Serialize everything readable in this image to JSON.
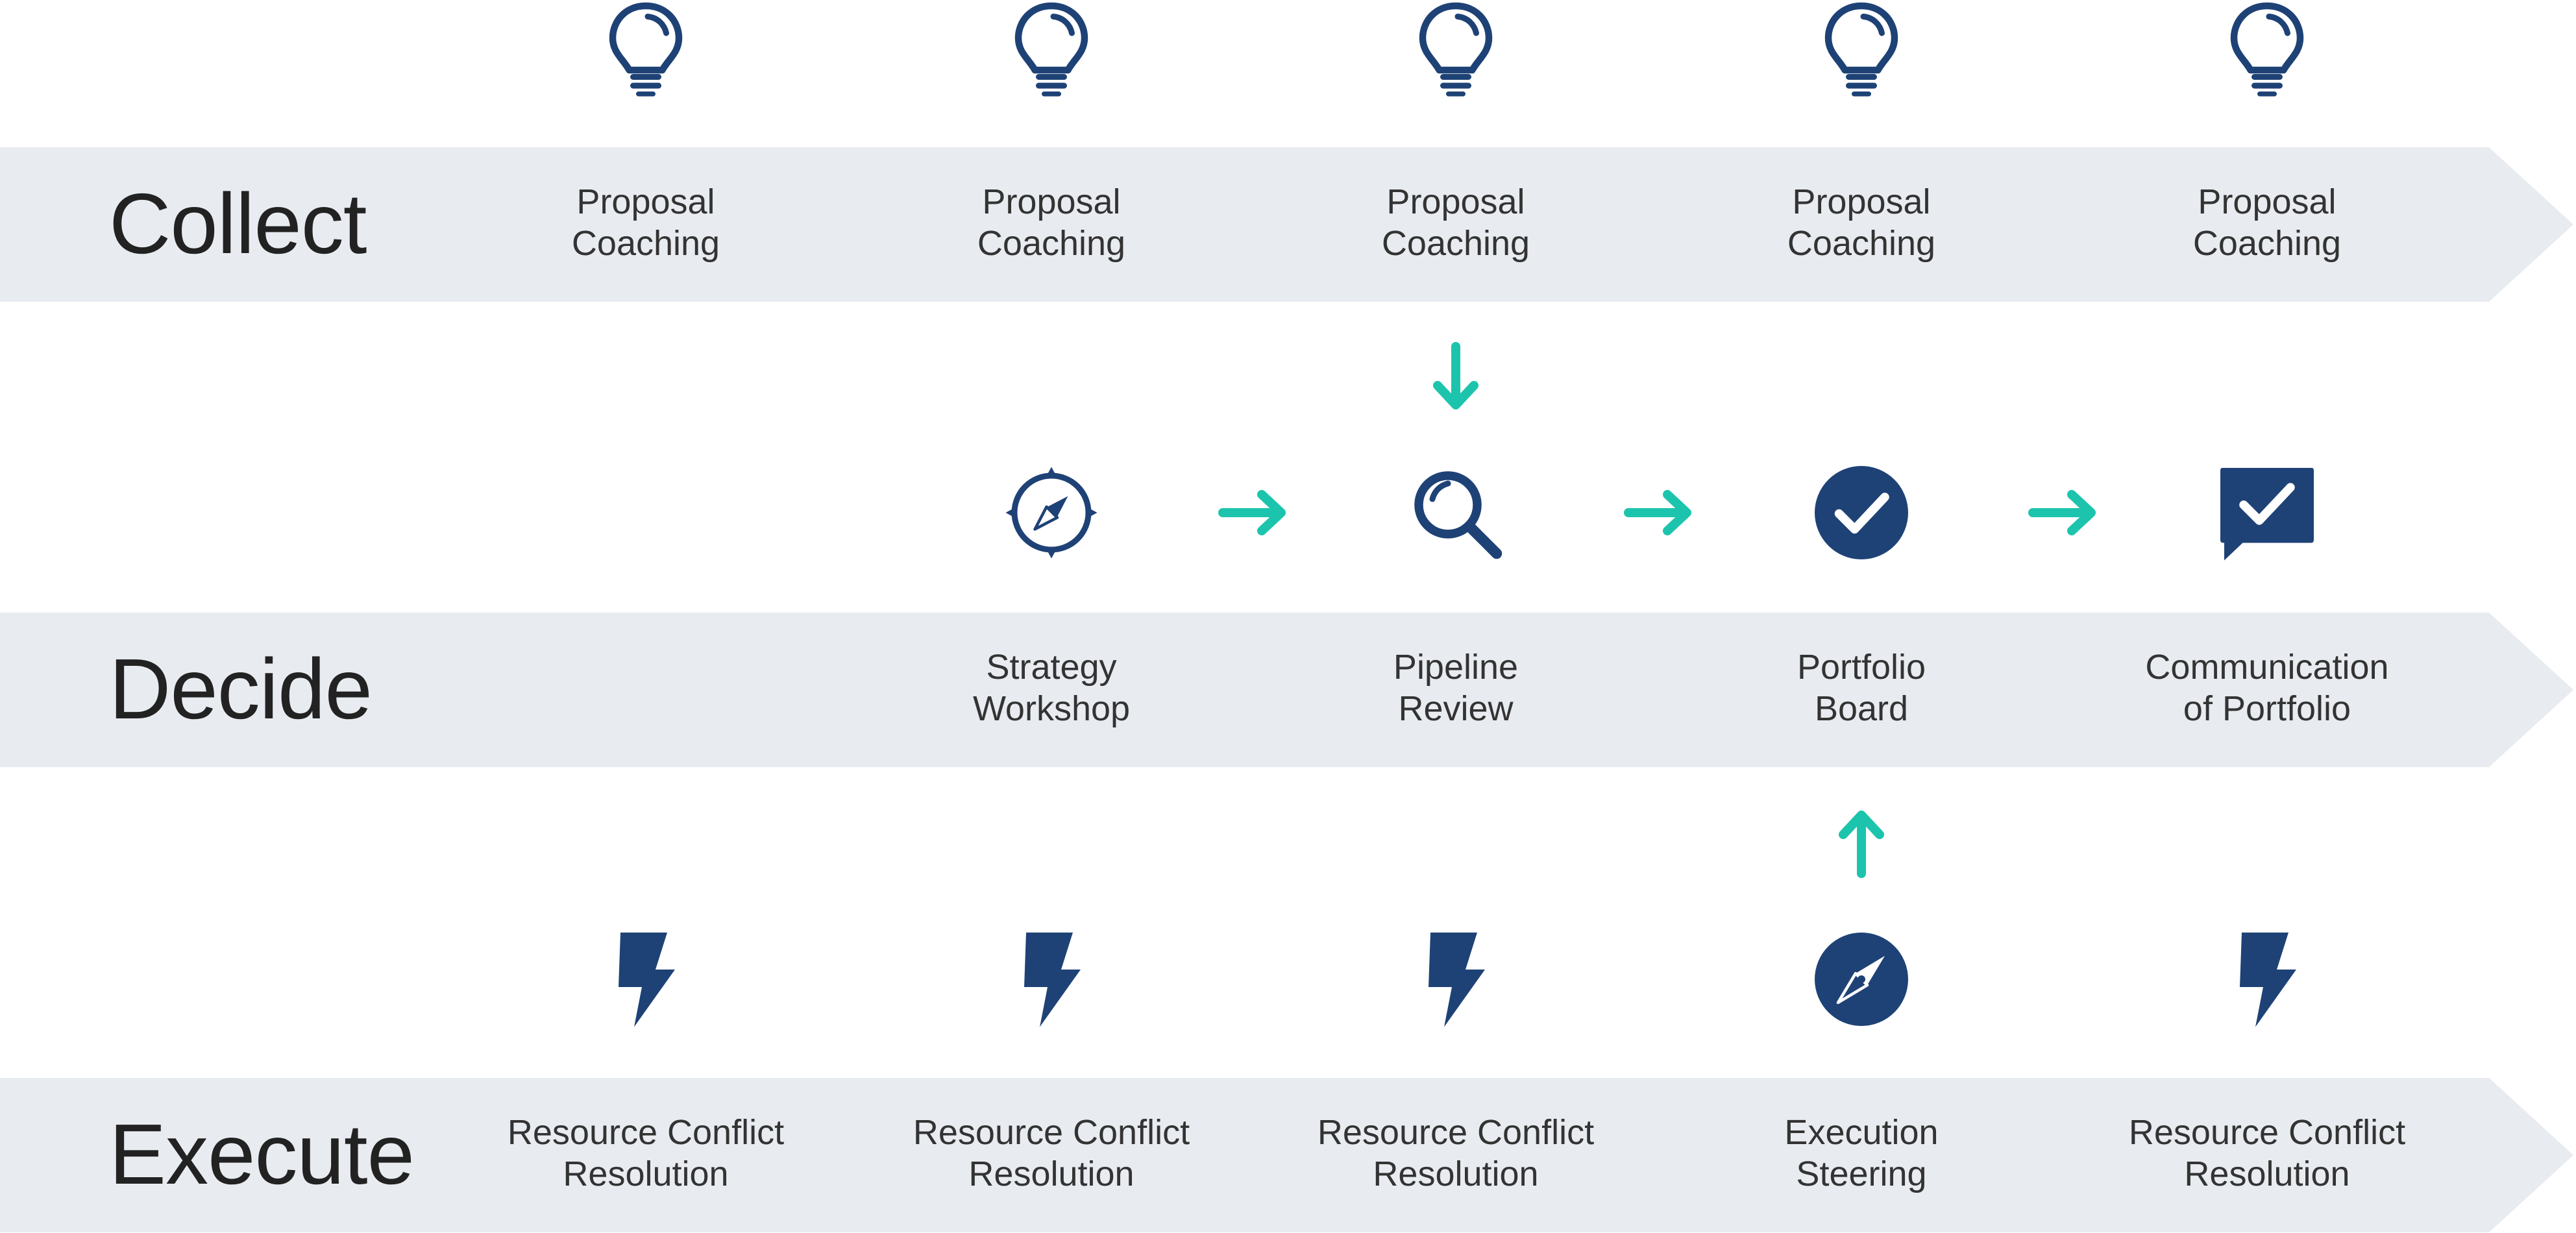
{
  "colors": {
    "band": "#e8ebf0",
    "icon": "#1e4276",
    "arrow": "#1cc4ad",
    "text": "#333333",
    "heading": "#222222"
  },
  "bands": [
    {
      "name": "Collect",
      "cells": [
        {
          "icon": "lightbulb-icon",
          "line1": "Proposal",
          "line2": "Coaching"
        },
        {
          "icon": "lightbulb-icon",
          "line1": "Proposal",
          "line2": "Coaching"
        },
        {
          "icon": "lightbulb-icon",
          "line1": "Proposal",
          "line2": "Coaching"
        },
        {
          "icon": "lightbulb-icon",
          "line1": "Proposal",
          "line2": "Coaching"
        },
        {
          "icon": "lightbulb-icon",
          "line1": "Proposal",
          "line2": "Coaching"
        }
      ]
    },
    {
      "name": "Decide",
      "cells": [
        null,
        {
          "icon": "compass-outline-icon",
          "line1": "Strategy",
          "line2": "Workshop"
        },
        {
          "icon": "magnifier-icon",
          "line1": "Pipeline",
          "line2": "Review"
        },
        {
          "icon": "check-circle-icon",
          "line1": "Portfolio",
          "line2": "Board"
        },
        {
          "icon": "check-message-icon",
          "line1": "Communication",
          "line2": "of Portfolio"
        }
      ]
    },
    {
      "name": "Execute",
      "cells": [
        {
          "icon": "lightning-icon",
          "line1": "Resource Conflict",
          "line2": "Resolution"
        },
        {
          "icon": "lightning-icon",
          "line1": "Resource Conflict",
          "line2": "Resolution"
        },
        {
          "icon": "lightning-icon",
          "line1": "Resource Conflict",
          "line2": "Resolution"
        },
        {
          "icon": "compass-filled-icon",
          "line1": "Execution",
          "line2": "Steering"
        },
        {
          "icon": "lightning-icon",
          "line1": "Resource Conflict",
          "line2": "Resolution"
        }
      ]
    }
  ],
  "arrows": [
    {
      "dir": "down",
      "from": "Collect col 3",
      "to": "Decide col 3"
    },
    {
      "dir": "right",
      "from": "Strategy Workshop",
      "to": "Pipeline Review"
    },
    {
      "dir": "right",
      "from": "Pipeline Review",
      "to": "Portfolio Board"
    },
    {
      "dir": "right",
      "from": "Portfolio Board",
      "to": "Communication of Portfolio"
    },
    {
      "dir": "up",
      "from": "Execution Steering",
      "to": "Portfolio Board"
    }
  ]
}
